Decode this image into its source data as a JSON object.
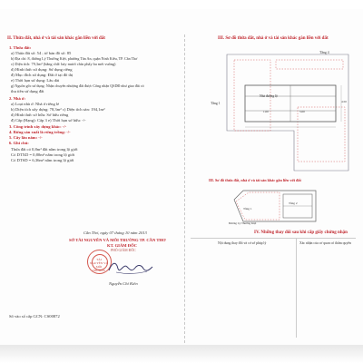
{
  "left": {
    "header_title": "II. Thửa đất, nhà ở và tài sản khác gắn liền với đất",
    "parcel_label": "1. Thửa đất:",
    "lines": [
      "a) Thửa đất số:    54          ; tờ bản đồ số:    85",
      "b) Địa chỉ: 8, đường Lý Thường Kiệt, phường Tân An, quận Ninh Kiều, TP. Cần Thơ",
      "c) Diện tích: 79,3m² (bằng chữ: bảy mươi chín phẩy ba mét vuông)",
      "d) Hình thức sử dụng:             Sử dụng riêng",
      "đ) Mục đích sử dụng: Đất ở tại đô thị",
      "e) Thời hạn sử dụng:  Lâu dài",
      "g) Nguồn gốc sử dụng: Nhận chuyển nhượng đất được Công nhận QSDĐ như giao đất có",
      "    thu tiền sử dụng đất"
    ],
    "house_label": "2. Nhà ở:",
    "house_lines": [
      "a) Loại nhà ở:                        Nhà ở riêng lẻ",
      "b) Diện tích xây dựng: 78,3m²          c) Diện tích sàn:  194,1m²",
      "d) Hình thức sở hữu:         Sở hữu riêng",
      "đ) Cấp (Hạng): Cấp 3            e) Thời hạn sở hữu: -/-"
    ],
    "other_label": "3. Công trình xây dựng khác: -/-",
    "tree_label": "4. Rừng sản xuất là rừng trồng: -/-",
    "perennial_label": "5. Cây lâu năm: -/-",
    "note_label": "6. Ghi chú:",
    "note_lines": [
      "Thửa đất có 0,8m² đất nằm trong lộ giới",
      "Có DTXD = 0,80m² nằm trong lộ giới",
      "Có DTSD = 6,36m² nằm trong lộ giới"
    ],
    "date_line": "Cần Thơ, ngày  07  tháng  10  năm 2013",
    "agency_line1": "SỞ TÀI NGUYÊN VÀ MÔI TRƯỜNG TP. CẦN THƠ",
    "agency_line2": "KT. GIÁM ĐỐC",
    "agency_line3": "PHÓ GIÁM ĐỐC",
    "stamp_text": "TÀI NGUYÊN VÀ MÔI TRƯỜNG",
    "signer": "Nguyễn Chí Kiên",
    "registry": "Số vào sổ cấp GCN:  CS00872"
  },
  "right": {
    "header_title": "III. Sơ đồ thửa đất, nhà ở và tài sản khác gắn liền với đất",
    "map1_labels": {
      "floor4": "Tầng 4",
      "floor1": "Tầng 1",
      "street": "Nhà đường lộ",
      "num1": "1.00",
      "num2": "5.00",
      "num3": "4.50"
    },
    "map2_labels": {
      "floor1": "Tầng 1",
      "floor2": "Tầng 2",
      "note": "Đường Lý Thường Kiệt"
    },
    "changes_title": "IV. Những thay đổi sau khi cấp giấy chứng nhận",
    "changes_col1": "Nội dung thay đổi và cơ sở pháp lý",
    "changes_col2": "Xác nhận của cơ quan có thẩm quyền"
  }
}
